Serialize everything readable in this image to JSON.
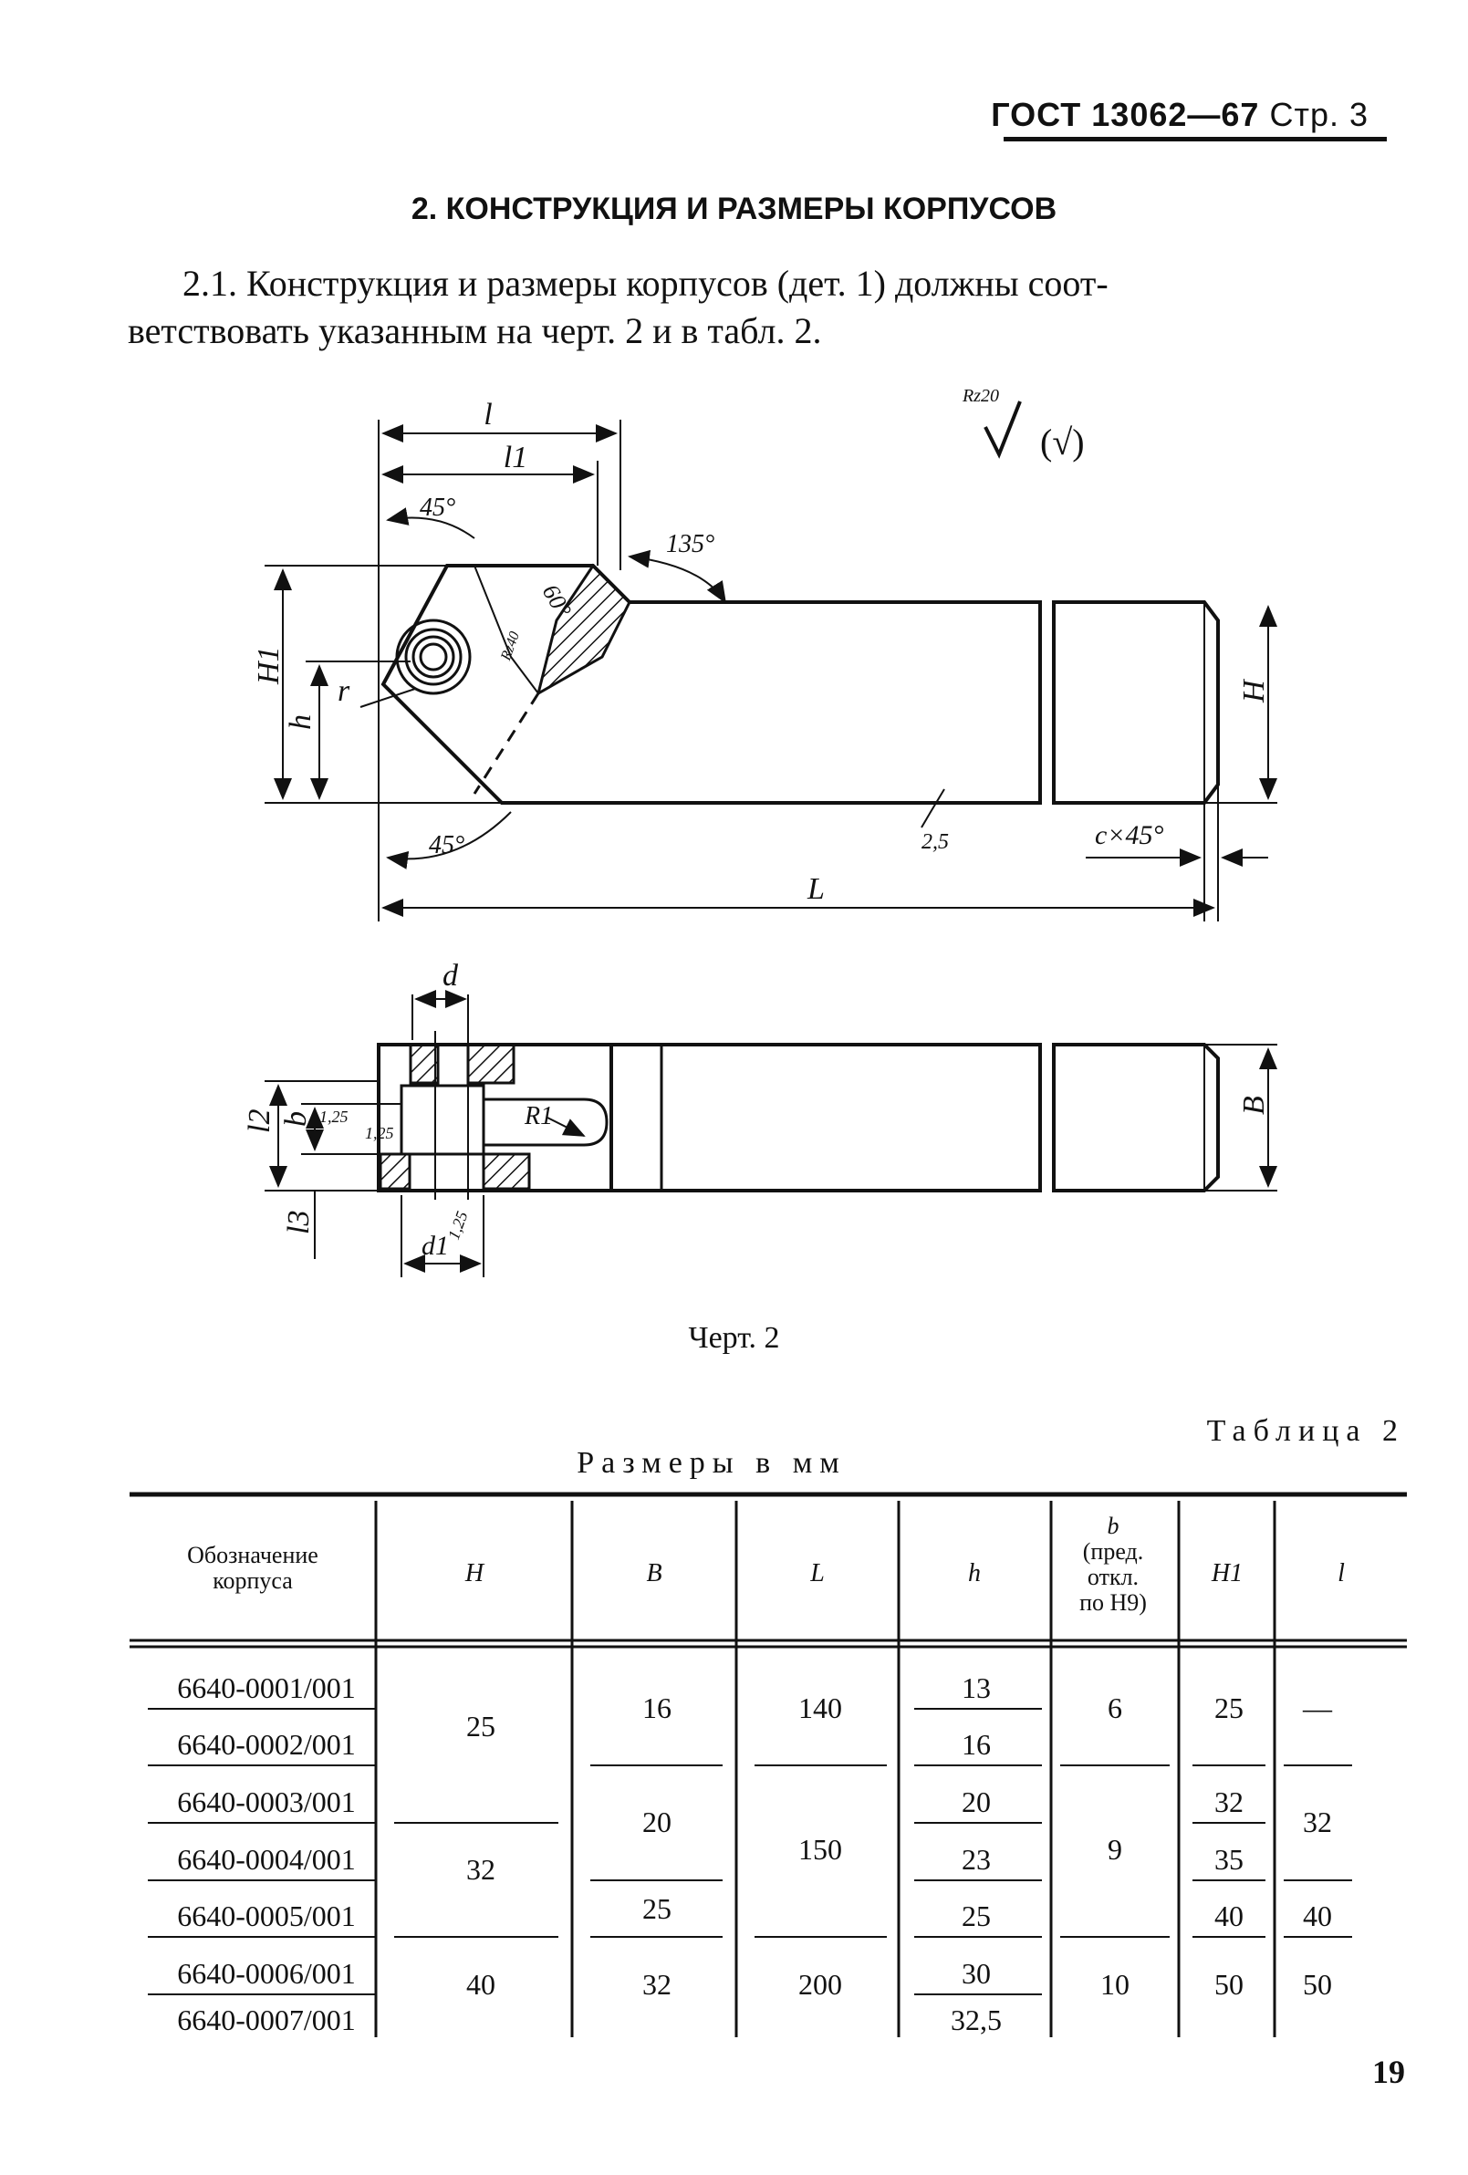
{
  "header": {
    "standard": "ГОСТ 13062—67",
    "page_label": "Стр. 3"
  },
  "section_title": "2. КОНСТРУКЦИЯ И РАЗМЕРЫ КОРПУСОВ",
  "paragraph": {
    "line1": "2.1. Конструкция и размеры корпусов (дет. 1) должны соот-",
    "line2": "ветствовать указанным на черт. 2 и в табл. 2."
  },
  "drawing": {
    "labels": {
      "l": "l",
      "l1": "l1",
      "angle45_top": "45°",
      "angle135": "135°",
      "angle60": "60°",
      "rz40": "Rz40",
      "rz20": "Rz20",
      "roughness_paren": "(√)",
      "H1": "H1",
      "h": "h",
      "r": "r",
      "H": "H",
      "angle45_bottom": "45°",
      "roughness_25": "2,5",
      "chamfer": "c×45°",
      "L": "L",
      "d": "d",
      "l2": "l2",
      "b": "b",
      "r125a": "1,25",
      "r125b": "1,25",
      "R1": "R1",
      "B": "B",
      "l3": "l3",
      "d1": "d1",
      "r125c": "1,25"
    }
  },
  "caption": "Черт. 2",
  "table": {
    "name": "Таблица 2",
    "units": "Размеры в мм",
    "headers": {
      "designation": [
        "Обозначение",
        "корпуса"
      ],
      "H": "H",
      "B": "B",
      "L": "L",
      "h": "h",
      "b": [
        "b",
        "(пред.",
        "откл.",
        "по H9)"
      ],
      "H1": "H1",
      "l": "l"
    },
    "designations": [
      "6640-0001/001",
      "6640-0002/001",
      "6640-0003/001",
      "6640-0004/001",
      "6640-0005/001",
      "6640-0006/001",
      "6640-0007/001"
    ],
    "H": [
      "25",
      "32",
      "40"
    ],
    "B": [
      "16",
      "20",
      "25",
      "32"
    ],
    "L": [
      "140",
      "150",
      "200"
    ],
    "h": [
      "13",
      "16",
      "20",
      "23",
      "25",
      "30",
      "32,5"
    ],
    "b": [
      "6",
      "9",
      "10"
    ],
    "H1": [
      "25",
      "32",
      "35",
      "40",
      "50"
    ],
    "l": [
      "—",
      "32",
      "40",
      "50"
    ]
  },
  "page_number": "19"
}
